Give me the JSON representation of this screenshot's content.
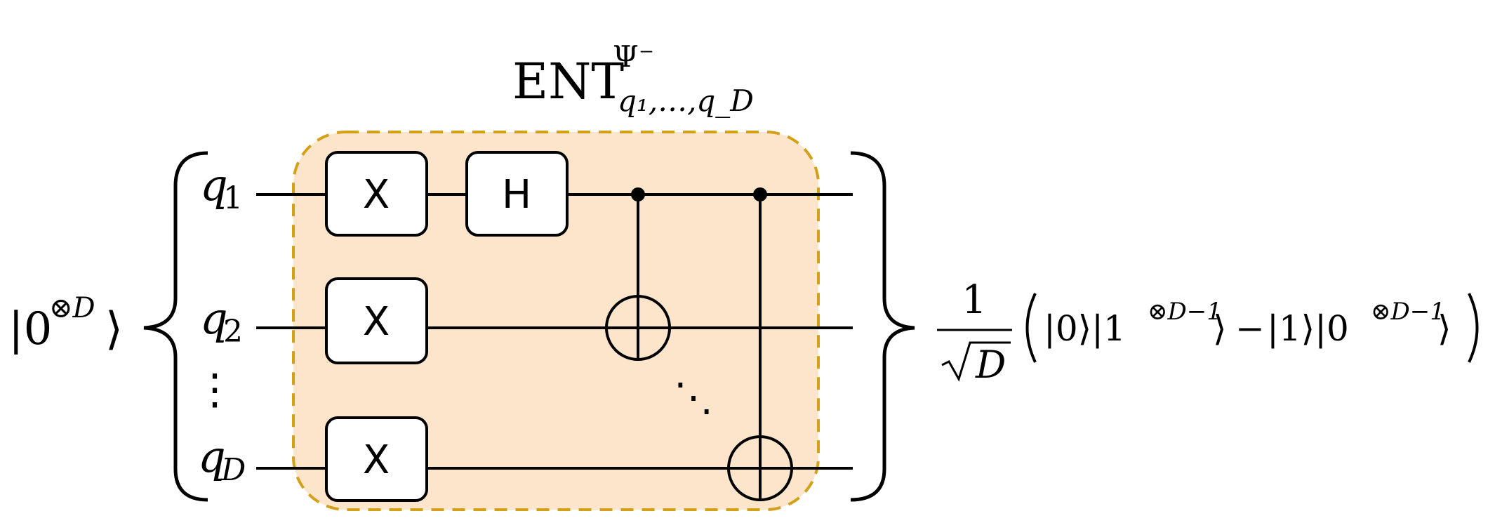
{
  "title": {
    "main": "ENT",
    "superscript": "Ψ⁻",
    "subscript": "q₁,…,q_D"
  },
  "input_state": {
    "open": "|0",
    "sup": "⊗D",
    "close": "⟩"
  },
  "qubits": [
    {
      "name": "q",
      "sub": "1"
    },
    {
      "name": "q",
      "sub": "2"
    },
    {
      "name": "q",
      "sub": "D"
    }
  ],
  "vertical_dots": "⋮",
  "diagonal_dots": "⋱",
  "gates": {
    "x_labels": [
      "X",
      "X",
      "X"
    ],
    "h_label": "H"
  },
  "output_state": {
    "numerator": "1",
    "sqrt_arg": "D",
    "term1_a": "|0⟩|1",
    "term1_sup": "⊗D−1",
    "term1_close": "⟩",
    "minus": "−",
    "term2_a": "|1⟩|0",
    "term2_sup": "⊗D−1",
    "term2_close": "⟩"
  },
  "colors": {
    "region_fill": "#FDE5CC",
    "region_border": "#D4A017",
    "wire": "#000000"
  }
}
